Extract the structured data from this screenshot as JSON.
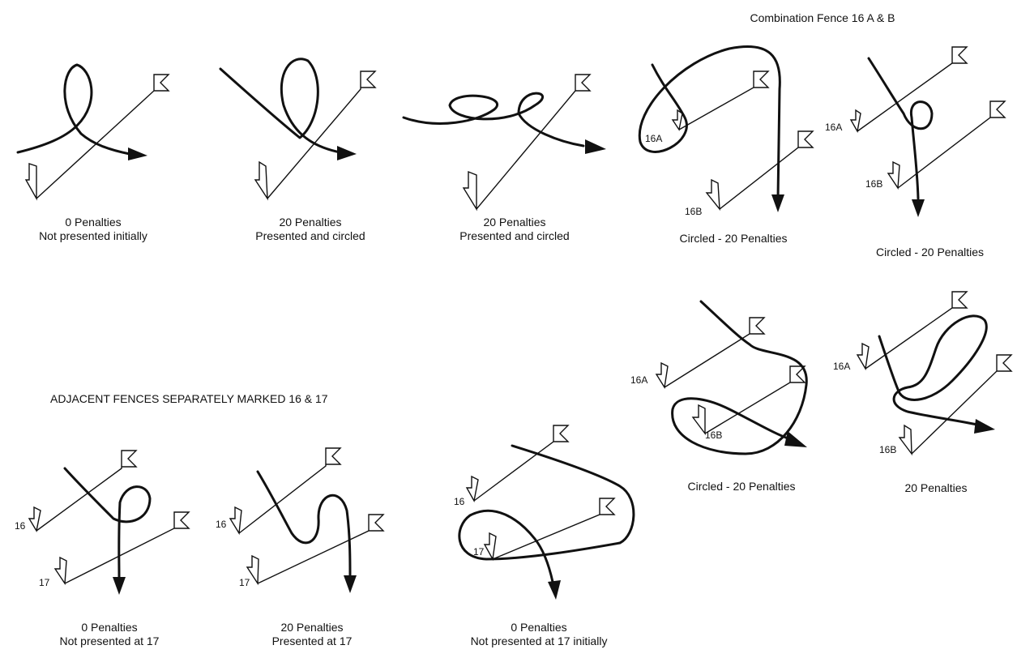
{
  "header": "Combination Fence 16 A & B",
  "section_title": "ADJACENT FENCES SEPARATELY MARKED 16 & 17",
  "diagrams": [
    {
      "penalty": "0 Penalties",
      "note": "Not presented initially"
    },
    {
      "penalty": "20 Penalties",
      "note": "Presented and circled"
    },
    {
      "penalty": "20 Penalties",
      "note": "Presented and circled"
    },
    {
      "penalty": "Circled - 20 Penalties",
      "note": ""
    },
    {
      "penalty": "Circled - 20 Penalties",
      "note": ""
    },
    {
      "penalty": "Circled - 20 Penalties",
      "note": ""
    },
    {
      "penalty": "20 Penalties",
      "note": ""
    },
    {
      "penalty": "0 Penalties",
      "note": "Not presented at 17"
    },
    {
      "penalty": "20 Penalties",
      "note": "Presented at 17"
    },
    {
      "penalty": "0 Penalties",
      "note": "Not presented at 17 initially"
    }
  ],
  "fence_labels": {
    "d4_a": "16A",
    "d4_b": "16B",
    "d5_a": "16A",
    "d5_b": "16B",
    "d6_a": "16A",
    "d6_b": "16B",
    "d7_a": "16A",
    "d7_b": "16B",
    "d8_a": "16",
    "d8_b": "17",
    "d9_a": "16",
    "d9_b": "17",
    "d10_a": "16",
    "d10_b": "17"
  }
}
